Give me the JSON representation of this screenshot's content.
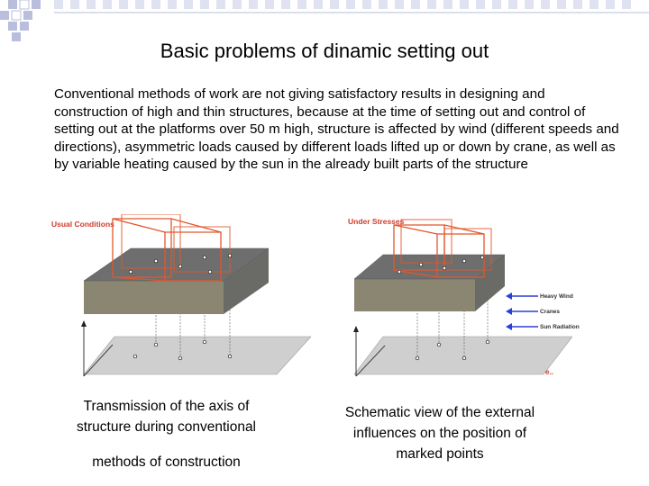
{
  "slide": {
    "title": "Basic problems of dinamic setting out",
    "body": "Conventional methods of work are not giving satisfactory results in designing and construction of high and thin structures, because at the time of setting out and control of setting out at the platforms over 50 m high, structure is affected by wind (different speeds and directions), asymmetric loads caused by different loads lifted up or down by crane, as well as by variable heating caused by the sun in the already built parts of the structure"
  },
  "figures": {
    "left": {
      "label": "Usual Conditions",
      "caption_line1": "Transmission of the axis of",
      "caption_line2": "structure during conventional",
      "caption_line3": "methods of construction"
    },
    "right": {
      "label": "Under Stresses",
      "forces": [
        "Heavy Wind",
        "Cranes",
        "Sun Radiation"
      ],
      "caption_line1": "Schematic view of the external",
      "caption_line2": "influences on the position of",
      "caption_line3": "marked points"
    }
  },
  "colors": {
    "deco_square": "#b9bedd",
    "slab_top": "#6e6e6e",
    "slab_front": "#8a8672",
    "ground": "#cfcfcf",
    "frame": "#e2572b",
    "label_red": "#d23a2a",
    "arrow_blue": "#2b3fd6"
  }
}
